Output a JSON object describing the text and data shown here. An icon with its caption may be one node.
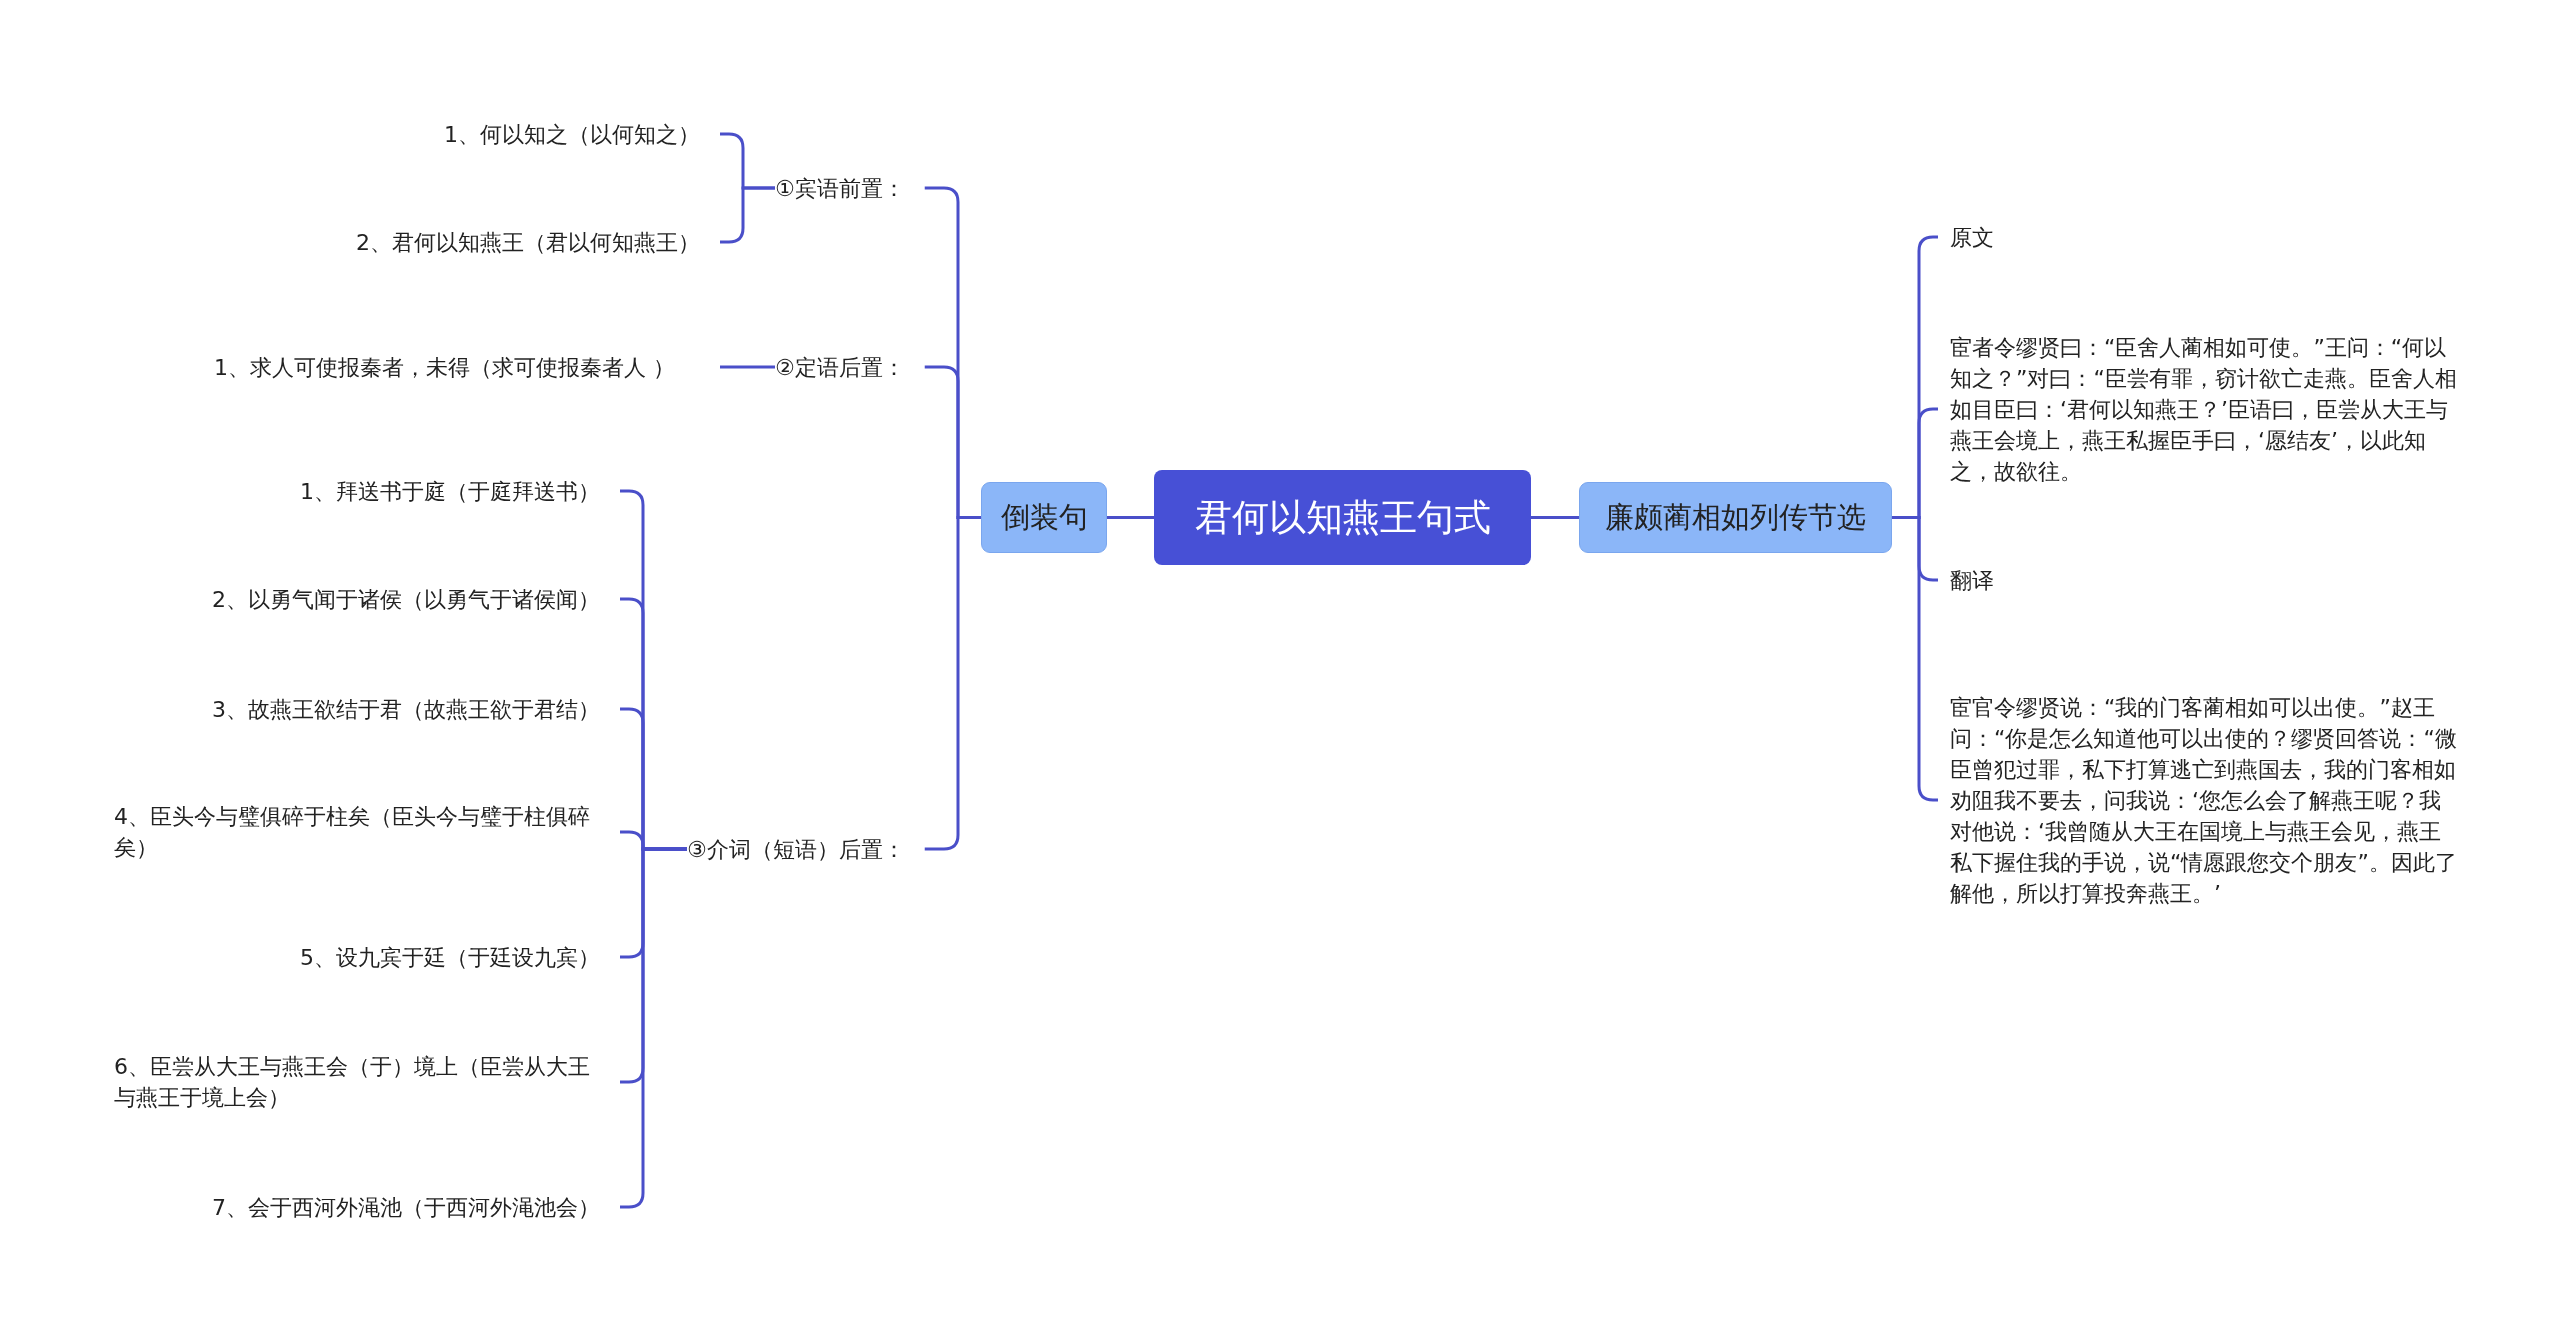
{
  "diagram": {
    "nodes": [
      {
        "text": [
          "君何以知燕王句式"
        ]
      },
      {
        "text": [
          "倒装句"
        ]
      },
      {
        "text": [
          "①宾语前置："
        ]
      },
      {
        "text": [
          "1、何以知之（以何知之）"
        ]
      },
      {
        "text": [
          "2、君何以知燕王（君以何知燕王）"
        ]
      },
      {
        "text": [
          "②定语后置："
        ]
      },
      {
        "text": [
          "1、求人可使报秦者，未得（求可使报秦者人 ）"
        ]
      },
      {
        "text": [
          "③介词（短语）后置："
        ]
      },
      {
        "text": [
          "1、拜送书于庭（于庭拜送书）"
        ]
      },
      {
        "text": [
          "2、以勇气闻于诸侯（以勇气于诸侯闻）"
        ]
      },
      {
        "text": [
          "3、故燕王欲结于君（故燕王欲于君结）"
        ]
      },
      {
        "text": [
          "4、臣头今与璧俱碎于柱矣（臣头今与璧于柱俱碎矣）"
        ]
      },
      {
        "text": [
          "5、设九宾于廷（于廷设九宾）"
        ]
      },
      {
        "text": [
          "6、臣尝从大王与燕王会（于）境上（臣尝从大王与燕王于境上会）"
        ]
      },
      {
        "text": [
          "7、会于西河外渑池（于西河外渑池会）"
        ]
      },
      {
        "text": [
          "廉颇蔺相如列传节选"
        ]
      },
      {
        "text": [
          "原文"
        ]
      },
      {
        "text": [
          "宦者令缪贤曰：“臣舍人蔺相如可使。”王问：“何以知之？”对曰：“臣尝有罪，窃计欲亡走燕。臣舍人相如目臣曰：‘君何以知燕王？’臣语曰，臣尝从大王与燕王会境上，燕王私握臣手曰，‘愿结友’，以此知之，故欲往。"
        ]
      },
      {
        "text": [
          "翻译"
        ]
      },
      {
        "text": [
          "宦官令缪贤说：“我的门客蔺相如可以出使。”赵王问：“你是怎么知道他可以出使的？缪贤回答说：“微臣曾犯过罪，私下打算逃亡到燕国去，我的门客相如劝阻我不要去，问我说：‘您怎么会了解燕王呢？我对他说：‘我曾随从大王在国境上与燕王会见，燕王私下握住我的手说，说“情愿跟您交个朋友”。因此了解他，所以打算投奔燕王。’"
        ]
      }
    ],
    "edges": [
      {
        "from": 0,
        "to": 1,
        "arrow": "none"
      },
      {
        "from": 1,
        "to": 2,
        "arrow": "none"
      },
      {
        "from": 2,
        "to": 3,
        "arrow": "none"
      },
      {
        "from": 2,
        "to": 4,
        "arrow": "none"
      },
      {
        "from": 1,
        "to": 5,
        "arrow": "none"
      },
      {
        "from": 5,
        "to": 6,
        "arrow": "none"
      },
      {
        "from": 1,
        "to": 7,
        "arrow": "none"
      },
      {
        "from": 7,
        "to": 8,
        "arrow": "none"
      },
      {
        "from": 7,
        "to": 9,
        "arrow": "none"
      },
      {
        "from": 7,
        "to": 10,
        "arrow": "none"
      },
      {
        "from": 7,
        "to": 11,
        "arrow": "none"
      },
      {
        "from": 7,
        "to": 12,
        "arrow": "none"
      },
      {
        "from": 7,
        "to": 13,
        "arrow": "none"
      },
      {
        "from": 7,
        "to": 14,
        "arrow": "none"
      },
      {
        "from": 0,
        "to": 15,
        "arrow": "none"
      },
      {
        "from": 15,
        "to": 16,
        "arrow": "none"
      },
      {
        "from": 15,
        "to": 17,
        "arrow": "none"
      },
      {
        "from": 15,
        "to": 18,
        "arrow": "none"
      },
      {
        "from": 15,
        "to": 19,
        "arrow": "none"
      }
    ]
  }
}
